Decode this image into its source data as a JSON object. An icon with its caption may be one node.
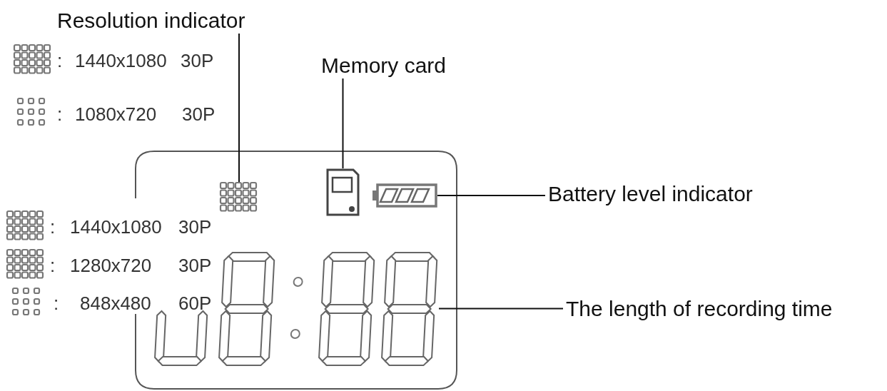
{
  "diagram": {
    "nodes": [
      {
        "text": [
          "Resolution indicator"
        ]
      },
      {
        "text": [],
        "shape": "grid"
      },
      {
        "text": [
          "Memory card"
        ]
      },
      {
        "text": [],
        "shape": "card"
      },
      {
        "text": [],
        "shape": "battery"
      },
      {
        "text": [
          "Battery level indicator"
        ]
      },
      {
        "text": [],
        "shape": "digits"
      },
      {
        "text": [
          "The length of recording time"
        ]
      }
    ],
    "edges": [
      {
        "from": 0,
        "to": 1,
        "arrow": "none"
      },
      {
        "from": 2,
        "to": 3,
        "arrow": "none"
      },
      {
        "from": 5,
        "to": 4,
        "arrow": "none"
      },
      {
        "from": 7,
        "to": 6,
        "arrow": "none"
      }
    ],
    "labels": [
      ":",
      "1440x1080",
      "30P",
      ":",
      "1080x720",
      "30P",
      ":",
      "1440x1080",
      "30P",
      ":",
      "1280x720",
      "30P",
      ":",
      "848x480",
      "60P"
    ]
  }
}
